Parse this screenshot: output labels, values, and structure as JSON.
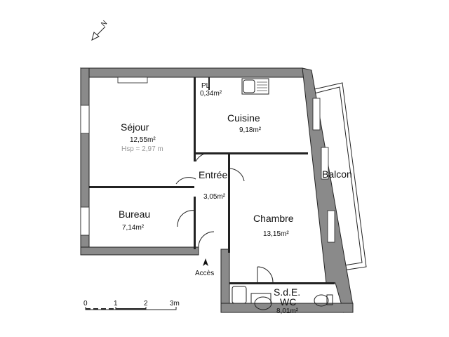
{
  "plan": {
    "rooms": {
      "sejour": {
        "name": "Séjour",
        "area": "12,55m²",
        "height": "Hsp = 2,97 m"
      },
      "placard": {
        "name": "PL",
        "area": "0,34m²"
      },
      "cuisine": {
        "name": "Cuisine",
        "area": "9,18m²"
      },
      "entree": {
        "name": "Entrée",
        "area": "3,05m²"
      },
      "bureau": {
        "name": "Bureau",
        "area": "7,14m²"
      },
      "chambre": {
        "name": "Chambre",
        "area": "13,15m²"
      },
      "sde": {
        "name": "S.d.E.",
        "name2": "WC",
        "area": "8,01m²"
      },
      "balcon": {
        "name": "Balcon"
      }
    },
    "access_label": "Accès",
    "north_label": "N",
    "scale": {
      "ticks": [
        "0",
        "1",
        "2",
        "3m"
      ]
    }
  }
}
